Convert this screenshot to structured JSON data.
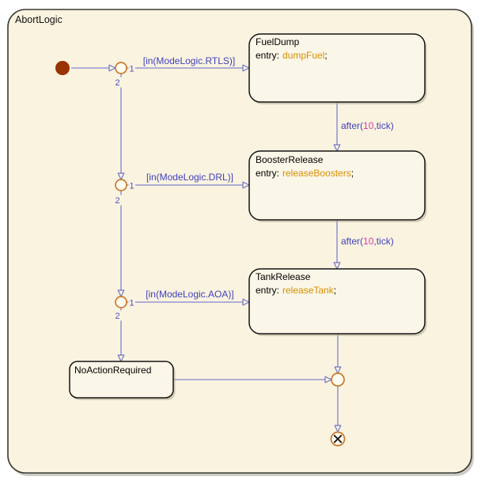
{
  "chart": {
    "title": "AbortLogic",
    "states": {
      "fuelDump": {
        "name": "FuelDump",
        "entryPrefix": "entry:",
        "action": "dumpFuel",
        "entrySuffix": ";"
      },
      "boosterRelease": {
        "name": "BoosterRelease",
        "entryPrefix": "entry:",
        "action": "releaseBoosters",
        "entrySuffix": ";"
      },
      "tankRelease": {
        "name": "TankRelease",
        "entryPrefix": "entry:",
        "action": "releaseTank",
        "entrySuffix": ";"
      },
      "noActionRequired": {
        "name": "NoActionRequired"
      }
    },
    "transitions": {
      "rtls": {
        "condition": "[in(ModeLogic.RTLS)]"
      },
      "drl": {
        "condition": "[in(ModeLogic.DRL)]"
      },
      "aoa": {
        "condition": "[in(ModeLogic.AOA)]"
      },
      "afterFuelDump": {
        "prefix": "after(",
        "value": "10",
        "suffix": ",tick)"
      },
      "afterBoosterRelease": {
        "prefix": "after(",
        "value": "10",
        "suffix": ",tick)"
      }
    },
    "ports": {
      "first": "1",
      "second": "2"
    },
    "colors": {
      "canvas": "#FAF3E0",
      "stateFill": "#FAF6E8",
      "stateBorder": "#141414",
      "transitionLine": "#8083CE",
      "transitionLabel": "#4141BC",
      "actionText": "#D88F00",
      "literalText": "#D93BA4",
      "junctionStroke": "#C8782B",
      "initialDot": "#993300",
      "terminalX": "#1A1A1A"
    }
  }
}
